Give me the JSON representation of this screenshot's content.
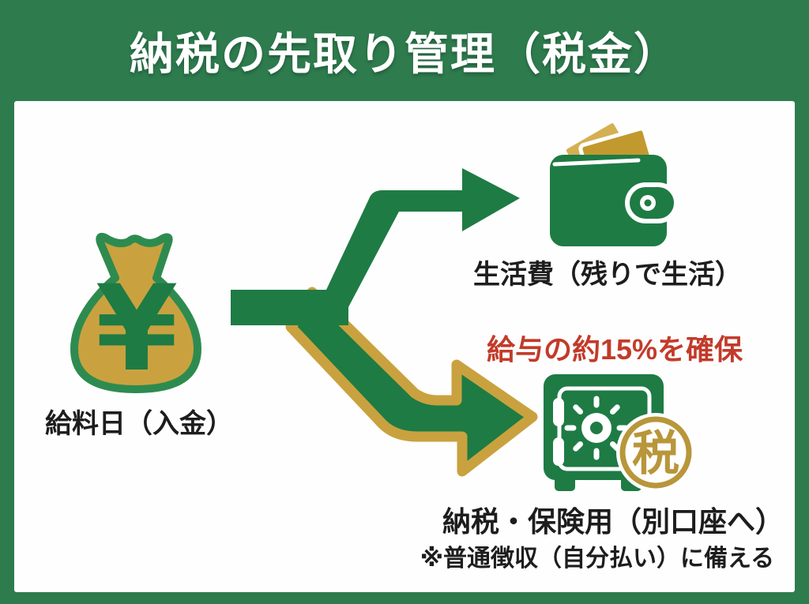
{
  "title": "納税の先取り管理（税金）",
  "colors": {
    "bg-green": "#2e7c4e",
    "icon-green": "#1e7b44",
    "outline-green": "#2e8b50",
    "gold": "#c9a23f",
    "gold-light": "#d4b052",
    "gold-dark": "#c2992f",
    "badge-gold": "#b8963a",
    "alert-red": "#c23b2a",
    "text-black": "#1d1d1d",
    "panel-white": "#fefefe"
  },
  "source": {
    "icon": "money-bag",
    "currency_symbol": "¥",
    "label": "給料日（入金）"
  },
  "branch_living": {
    "icon": "wallet",
    "label": "生活費（残りで生活）"
  },
  "branch_tax": {
    "icon": "safe",
    "badge": "税",
    "highlight": "給与の約15%を確保",
    "label": "納税・保険用（別口座へ）",
    "note": "※普通徴収（自分払い）に備える"
  }
}
